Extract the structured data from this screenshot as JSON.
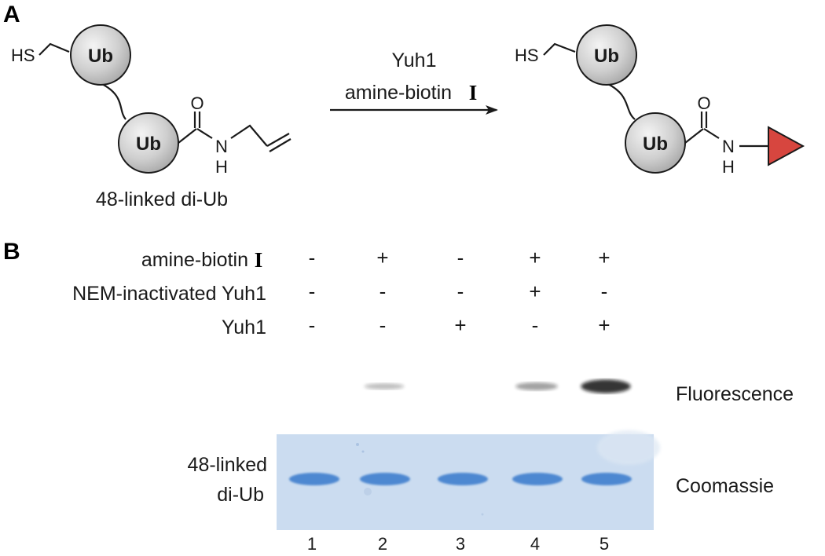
{
  "panel_a": {
    "letter": "A",
    "left": {
      "top_ub_label": "Ub",
      "bottom_ub_label": "Ub",
      "thiol_label": "HS",
      "oxygen": "O",
      "nitrogen": "N",
      "hydrogen": "H",
      "caption": "48-linked di-Ub"
    },
    "arrow": {
      "reagent_1": "Yuh1",
      "reagent_2_text": "amine-biotin",
      "reagent_2_roman": "I"
    },
    "right": {
      "top_ub_label": "Ub",
      "bottom_ub_label": "Ub",
      "thiol_label": "HS",
      "oxygen": "O",
      "nitrogen": "N",
      "hydrogen": "H",
      "triangle_color": "#d7463f"
    }
  },
  "panel_b": {
    "letter": "B",
    "conditions": [
      {
        "label": "amine-biotin",
        "roman": "I",
        "signs": [
          "-",
          "+",
          "-",
          "+",
          "+"
        ]
      },
      {
        "label": "NEM-inactivated Yuh1",
        "roman": "",
        "signs": [
          "-",
          "-",
          "-",
          "+",
          "-"
        ]
      },
      {
        "label": "Yuh1",
        "roman": "",
        "signs": [
          "-",
          "-",
          "+",
          "-",
          "+"
        ]
      }
    ],
    "fluorescence_label": "Fluorescence",
    "fluorescence_bands": [
      0,
      0.18,
      0,
      0.35,
      0.95
    ],
    "coomassie_label": "Coomassie",
    "coomassie_band_intensity": [
      0.9,
      0.9,
      0.9,
      0.9,
      0.9
    ],
    "band_label_line1": "48-linked",
    "band_label_line2": "di-Ub",
    "lane_numbers": [
      "1",
      "2",
      "3",
      "4",
      "5"
    ],
    "gel_color": "#cbdcf0",
    "band_color": "#3f7fce"
  }
}
